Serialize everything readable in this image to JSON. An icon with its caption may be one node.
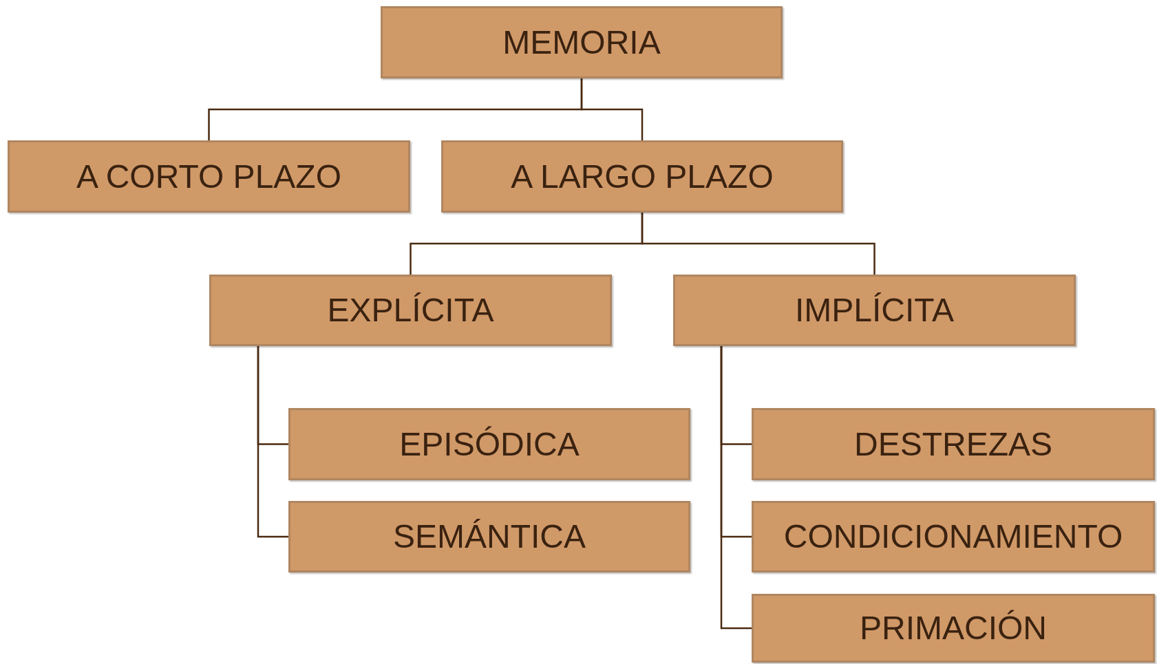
{
  "diagram": {
    "nodes": [
      {
        "text": [
          "MEMORIA"
        ]
      },
      {
        "text": [
          "A CORTO PLAZO"
        ]
      },
      {
        "text": [
          "A LARGO PLAZO"
        ]
      },
      {
        "text": [
          "EXPLÍCITA"
        ]
      },
      {
        "text": [
          "IMPLÍCITA"
        ]
      },
      {
        "text": [
          "EPISÓDICA"
        ]
      },
      {
        "text": [
          "SEMÁNTICA"
        ]
      },
      {
        "text": [
          "DESTREZAS"
        ]
      },
      {
        "text": [
          "CONDICIONAMIENTO"
        ]
      },
      {
        "text": [
          "PRIMACIÓN"
        ]
      }
    ],
    "edges": [
      {
        "from": 0,
        "to": 1,
        "arrow": "none"
      },
      {
        "from": 0,
        "to": 2,
        "arrow": "none"
      },
      {
        "from": 2,
        "to": 3,
        "arrow": "none"
      },
      {
        "from": 2,
        "to": 4,
        "arrow": "none"
      },
      {
        "from": 3,
        "to": 5,
        "arrow": "none"
      },
      {
        "from": 3,
        "to": 6,
        "arrow": "none"
      },
      {
        "from": 4,
        "to": 7,
        "arrow": "none"
      },
      {
        "from": 4,
        "to": 8,
        "arrow": "none"
      },
      {
        "from": 4,
        "to": 9,
        "arrow": "none"
      }
    ]
  }
}
